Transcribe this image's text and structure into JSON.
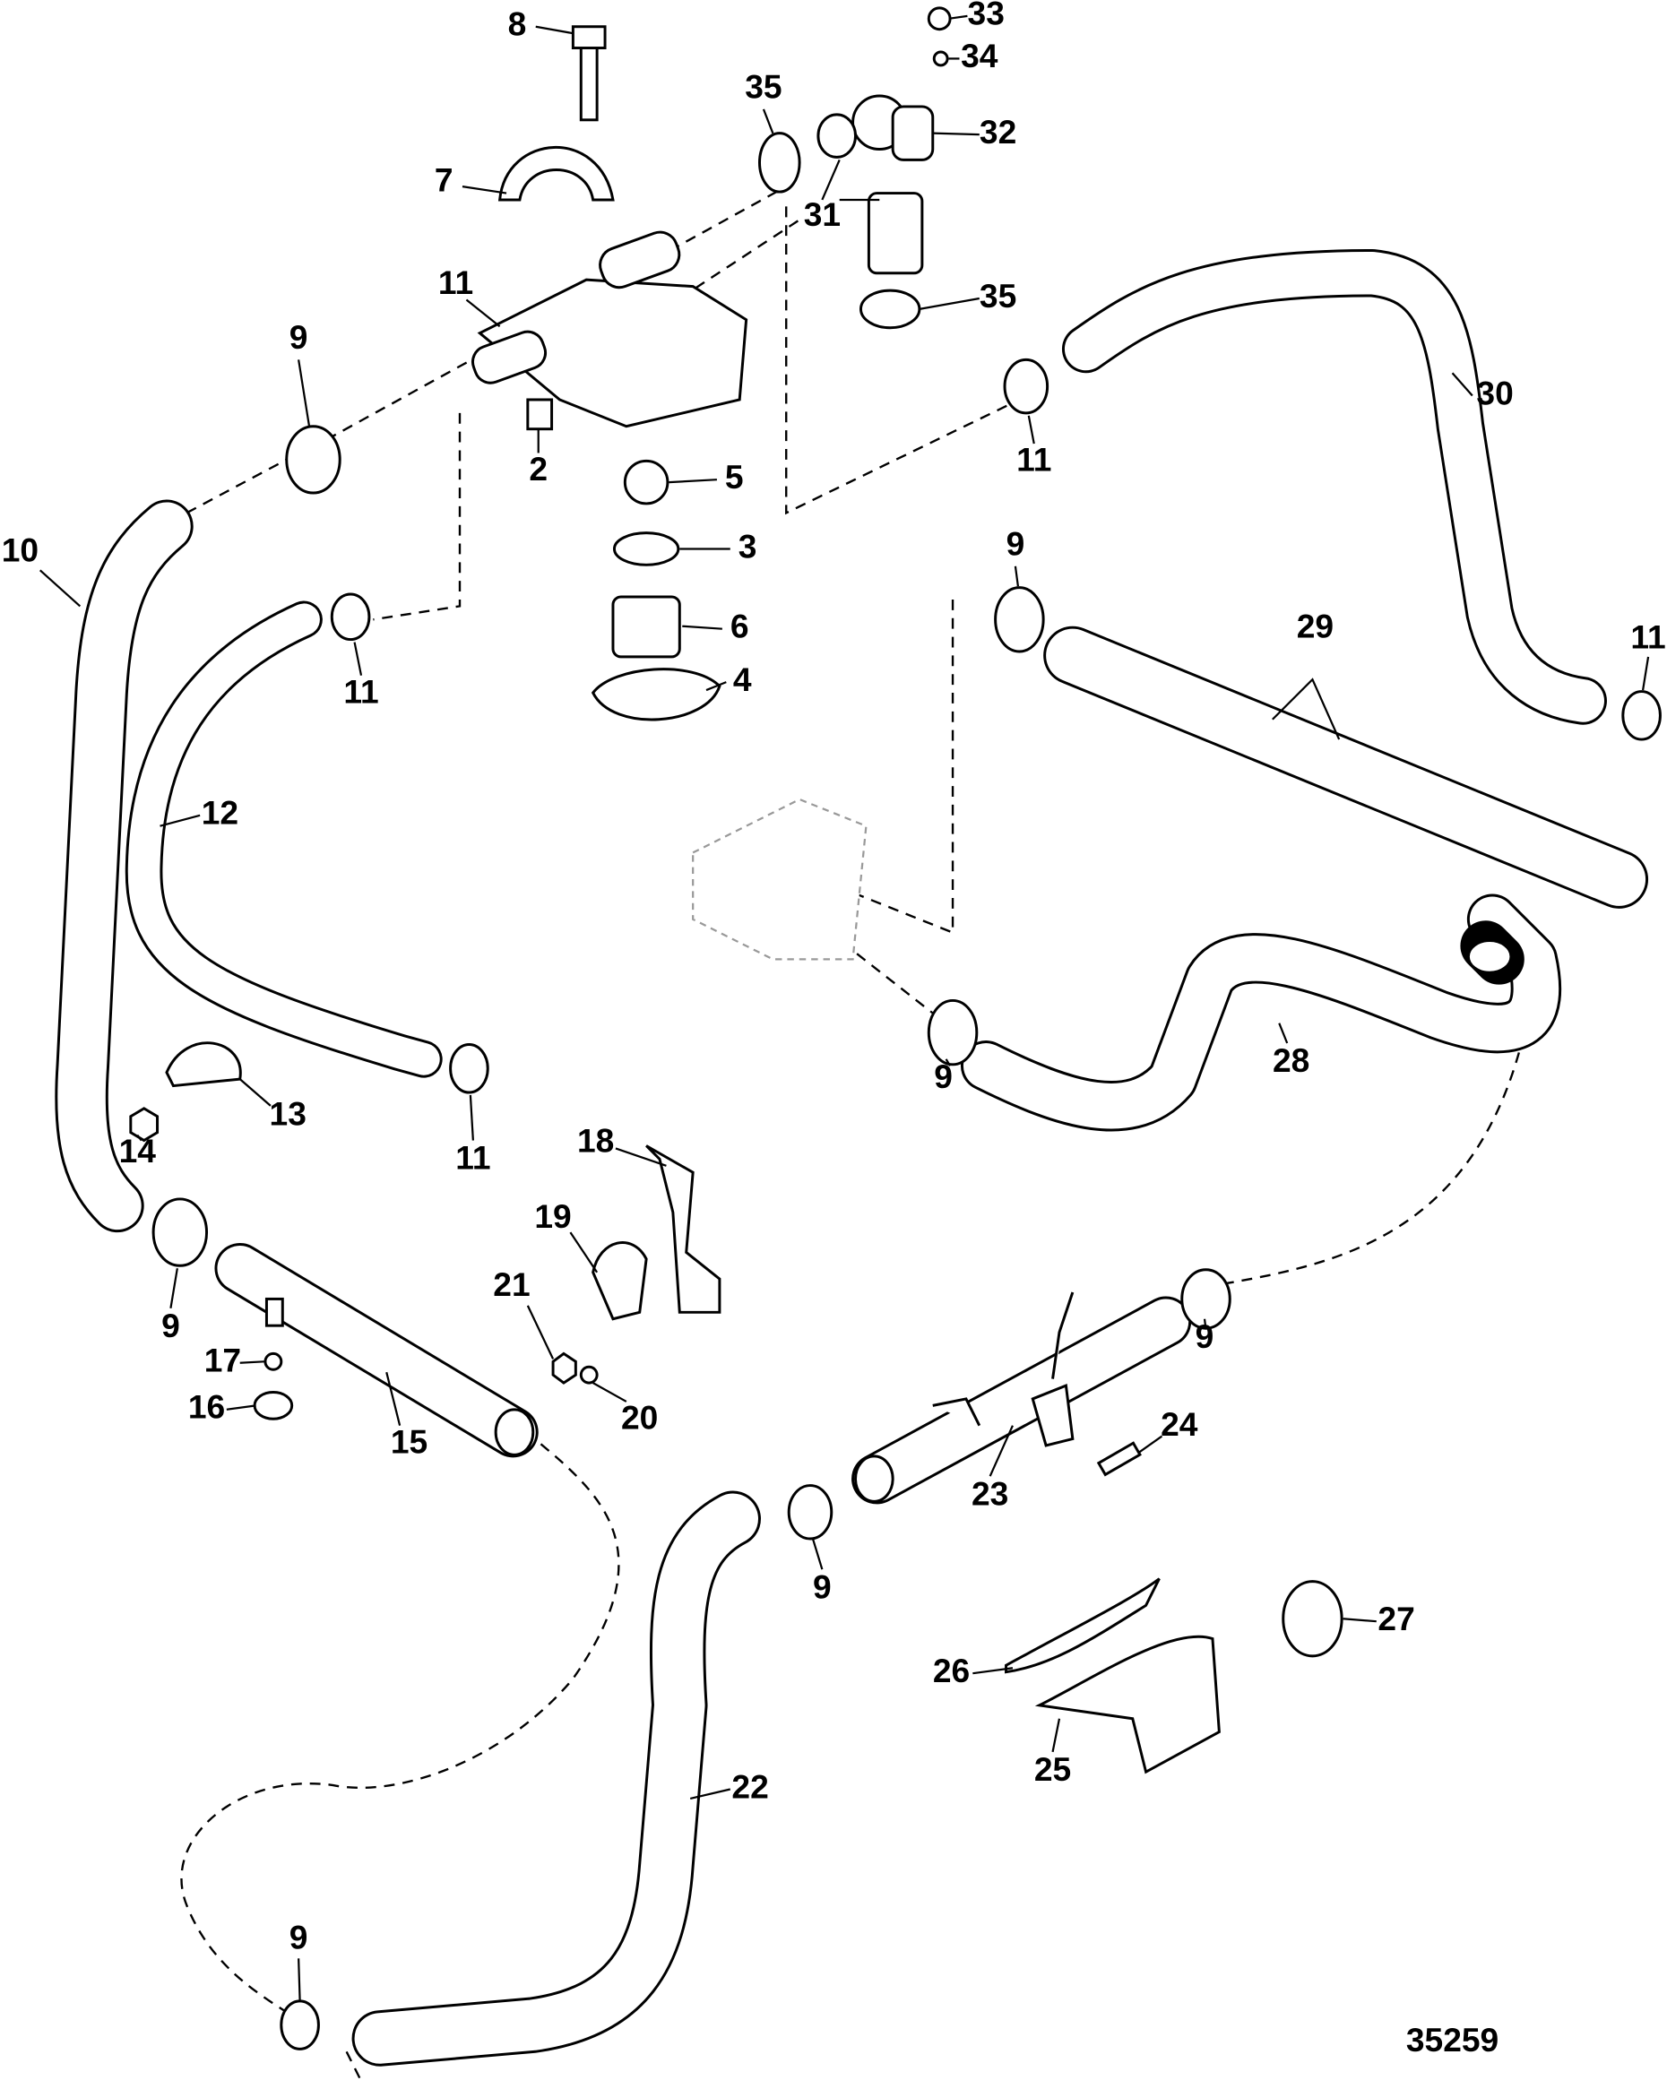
{
  "diagram": {
    "figure_number": "35259",
    "callouts": [
      "8",
      "33",
      "34",
      "35",
      "32",
      "7",
      "31",
      "35",
      "11",
      "9",
      "30",
      "2",
      "5",
      "11",
      "3",
      "10",
      "9",
      "6",
      "29",
      "11",
      "4",
      "11",
      "12",
      "28",
      "9",
      "13",
      "14",
      "11",
      "18",
      "19",
      "9",
      "21",
      "17",
      "9",
      "24",
      "16",
      "15",
      "20",
      "23",
      "9",
      "27",
      "26",
      "25",
      "22",
      "9"
    ]
  }
}
